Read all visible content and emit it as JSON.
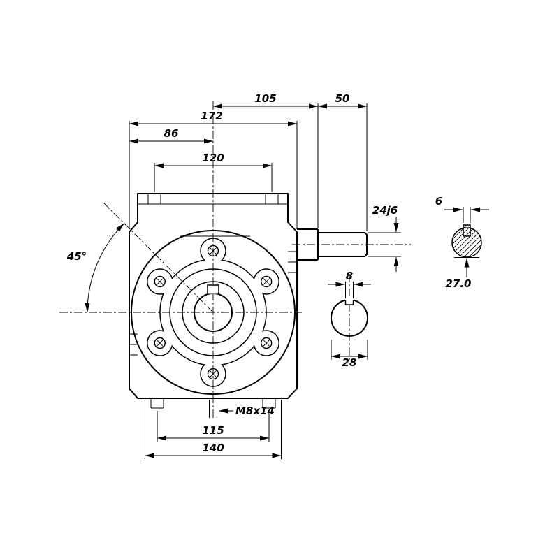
{
  "drawing": {
    "colors": {
      "line": "#000000",
      "background": "#ffffff"
    },
    "dimensions": {
      "d105": "105",
      "d50": "50",
      "d172": "172",
      "d86": "86",
      "d120": "120",
      "d24j6": "24j6",
      "d45": "45°",
      "d8": "8",
      "d28": "28",
      "m8x14": "M8x14",
      "d115": "115",
      "d140": "140",
      "d6": "6",
      "d27": "27.0"
    }
  }
}
